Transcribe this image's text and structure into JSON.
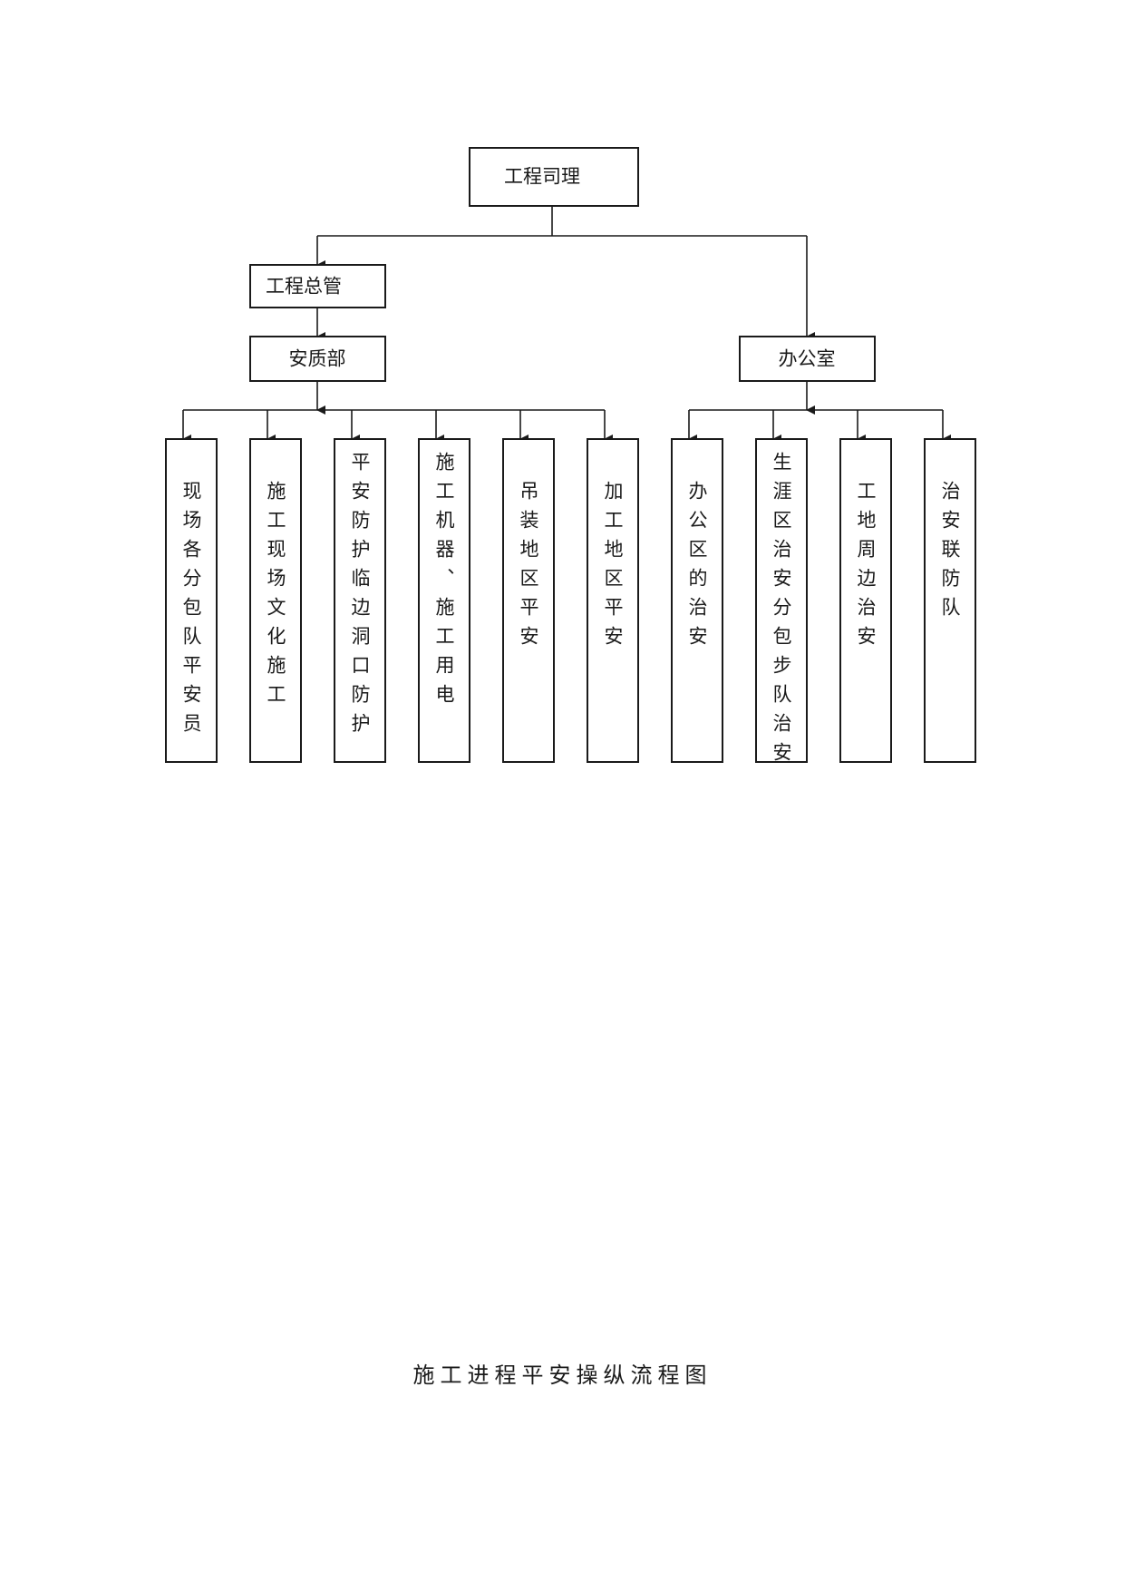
{
  "diagram": {
    "root": "工程司理",
    "branches": {
      "general_manager": "工程总管",
      "safety_dept": "安质部",
      "office": "办公室"
    },
    "safety_items": [
      "现场各分包队平安员",
      "施工现场文化施工",
      "平安防护临边洞口防护",
      "施工机器、施工用电",
      "吊装地区平安",
      "加工地区平安"
    ],
    "office_items": [
      "办公区的治安",
      "生涯区治安分包步队治安",
      "工地周边治安",
      "治安联防队"
    ]
  },
  "caption": "施工进程平安操纵流程图"
}
